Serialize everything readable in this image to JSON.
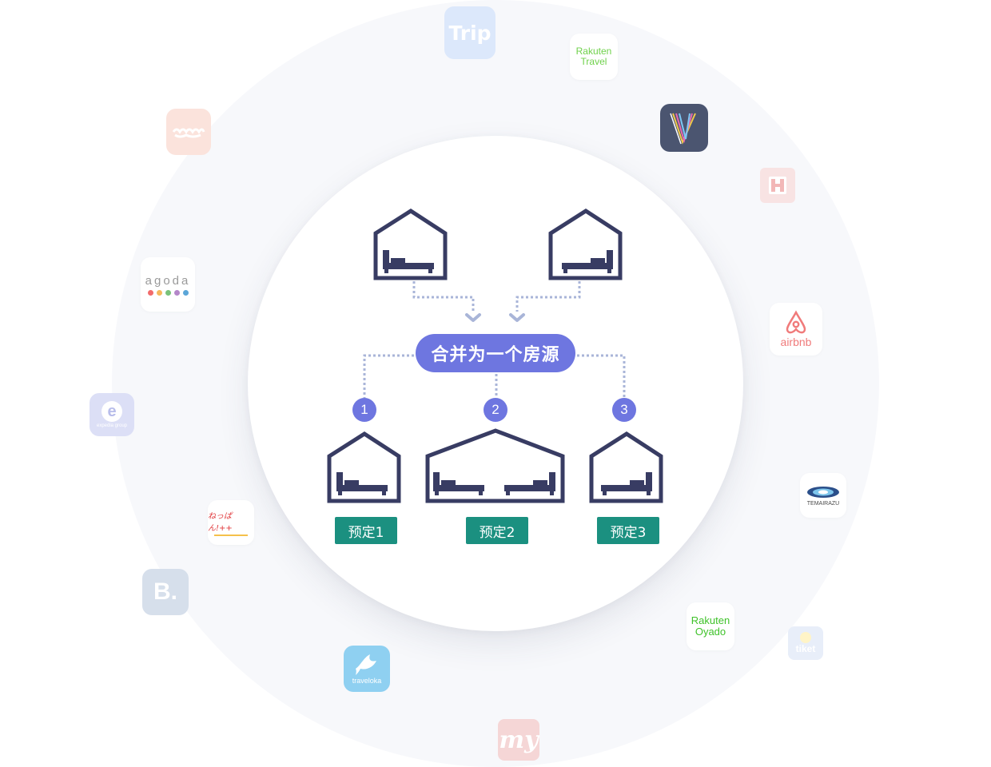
{
  "diagram": {
    "merge_label": "合并为一个房源",
    "steps": [
      "1",
      "2",
      "3"
    ],
    "bookings": [
      "预定1",
      "预定2",
      "预定3"
    ]
  },
  "platforms": {
    "trip": "Trip",
    "rakuten_travel": [
      "Rakuten",
      "Travel"
    ],
    "agoda": "agoda",
    "airbnb": "airbnb",
    "expedia": "expedia group",
    "temairazu": "TEMAIRAZU",
    "neppan": "ねっぱん!++",
    "booking": "B.",
    "traveloka": "traveloka",
    "rakuten_oyado": [
      "Rakuten",
      "Oyado"
    ],
    "tiket": "tiket",
    "makemytrip": "my"
  },
  "colors": {
    "house": "#383c63",
    "accent": "#6e76e0",
    "booking": "#1b9080",
    "connector": "#a9b5d8"
  }
}
